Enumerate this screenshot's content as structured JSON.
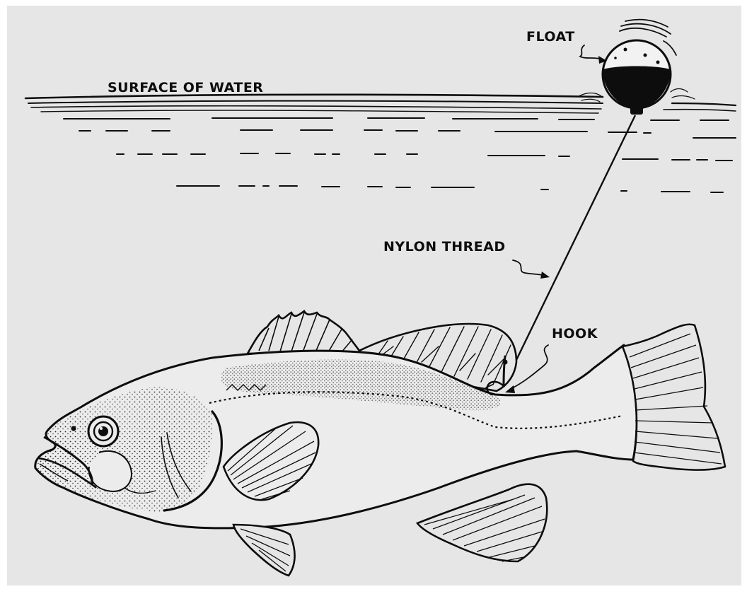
{
  "labels": {
    "float": "FLOAT",
    "surface": "SURFACE OF WATER",
    "thread": "NYLON THREAD",
    "hook": "HOOK"
  },
  "colors": {
    "paper": "#e6e6e6",
    "ink": "#0d0d0d",
    "border": "#ffffff"
  }
}
